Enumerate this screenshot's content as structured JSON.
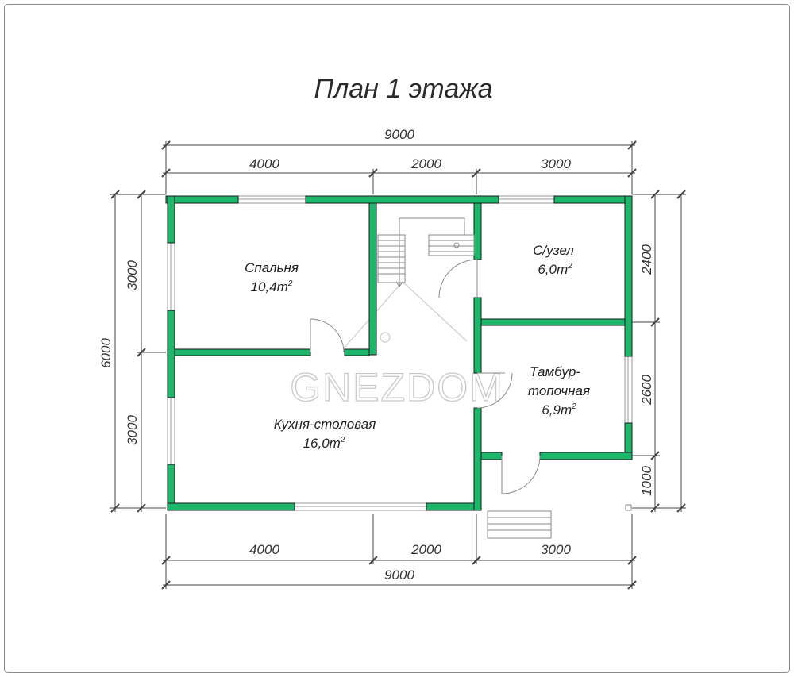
{
  "title": "План 1 этажа",
  "watermark": "GNEZDOM",
  "colors": {
    "wall": "#1db66a",
    "wall_outline": "#1a1a1a",
    "dim_line": "#444444",
    "accent_text": "#333333"
  },
  "dimensions": {
    "top_total": "9000",
    "top_segments": [
      "4000",
      "2000",
      "3000"
    ],
    "bottom_total": "9000",
    "bottom_segments": [
      "4000",
      "2000",
      "3000"
    ],
    "left_total": "6000",
    "left_segments": [
      "3000",
      "3000"
    ],
    "right_segments": [
      "2400",
      "2600",
      "1000"
    ]
  },
  "rooms": [
    {
      "name": "Спальня",
      "area": "10,4",
      "unit": "m",
      "exp": "2"
    },
    {
      "name": "С/узел",
      "area": "6,0",
      "unit": "m",
      "exp": "2"
    },
    {
      "name_line1": "Тамбур-",
      "name_line2": "топочная",
      "area": "6,9",
      "unit": "m",
      "exp": "2"
    },
    {
      "name": "Кухня-столовая",
      "area": "16,0",
      "unit": "m",
      "exp": "2"
    }
  ]
}
